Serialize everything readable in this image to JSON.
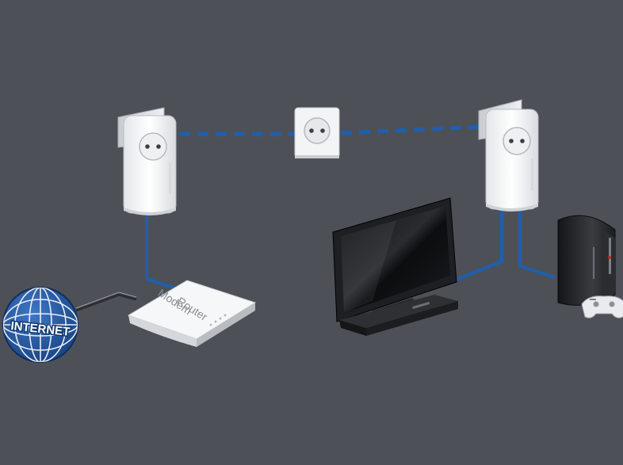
{
  "diagram": {
    "labels": {
      "internet": "INTERNET",
      "router_line1": "Modem",
      "router_line2": "Router"
    },
    "device_names": [
      "internet-globe",
      "modem-router",
      "powerline-adapter-left",
      "wall-socket",
      "powerline-adapter-right",
      "tv",
      "set-top-box",
      "game-console",
      "gamepad"
    ],
    "connections": [
      {
        "from": "internet-globe",
        "to": "modem-router",
        "type": "cable"
      },
      {
        "from": "powerline-adapter-left",
        "to": "modem-router",
        "type": "ethernet"
      },
      {
        "from": "powerline-adapter-left",
        "to": "wall-socket",
        "type": "powerline"
      },
      {
        "from": "wall-socket",
        "to": "powerline-adapter-right",
        "type": "powerline"
      },
      {
        "from": "powerline-adapter-right",
        "to": "tv",
        "type": "ethernet"
      },
      {
        "from": "powerline-adapter-right",
        "to": "game-console",
        "type": "ethernet"
      }
    ],
    "colors": {
      "background": "#4d5157",
      "ethernet_cable": "#1f5fae",
      "powerline_link": "#1f5fae",
      "globe": "#1f4f93",
      "device_white": "#f4f5f6",
      "tv_body": "#1e1f22"
    }
  }
}
